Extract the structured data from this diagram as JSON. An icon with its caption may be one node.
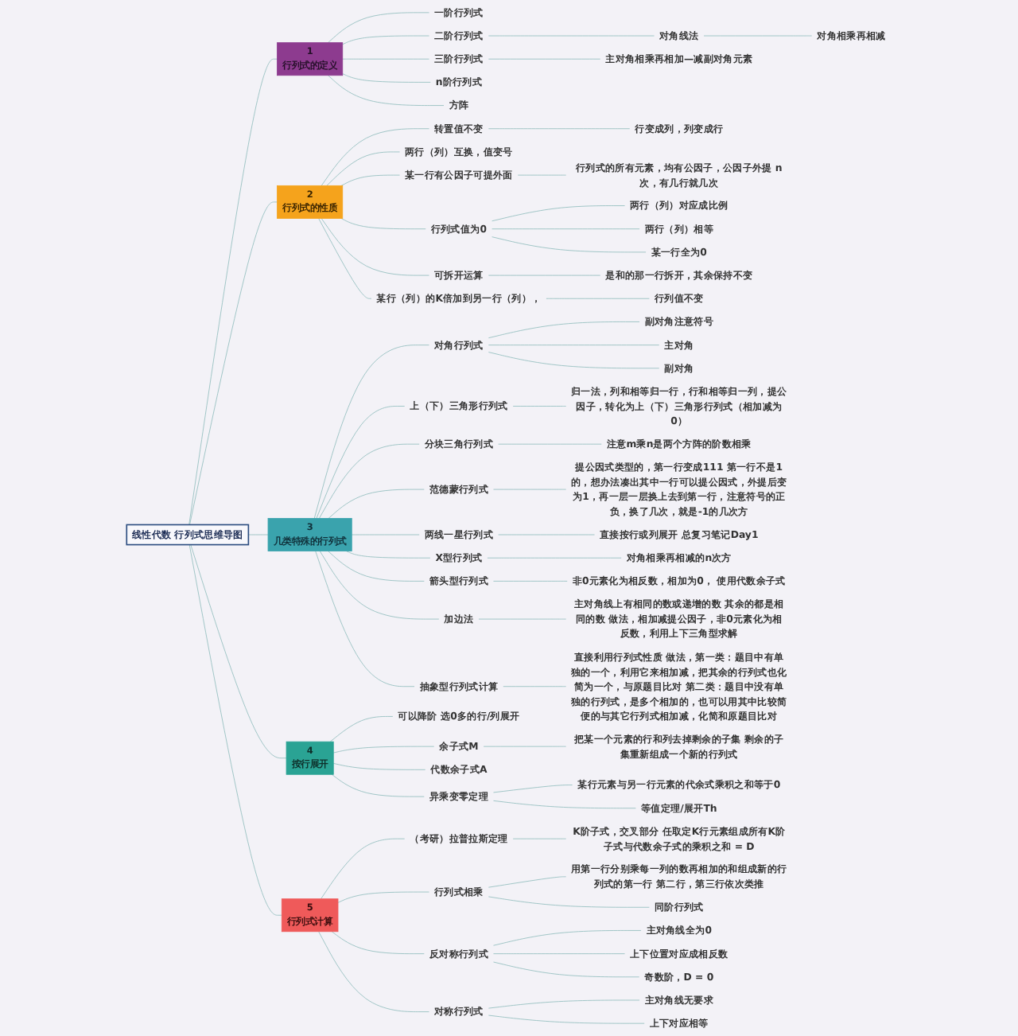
{
  "diagram": {
    "nodes": [
      {
        "text": [
          "线性代数 行列式思维导图"
        ]
      },
      {
        "text": [
          "1",
          "行列式的定义"
        ]
      },
      {
        "text": [
          "一阶行列式"
        ]
      },
      {
        "text": [
          "二阶行列式"
        ]
      },
      {
        "text": [
          "对角线法"
        ]
      },
      {
        "text": [
          "对角相乘再相减"
        ]
      },
      {
        "text": [
          "三阶行列式"
        ]
      },
      {
        "text": [
          "主对角相乘再相加—减副对角元素"
        ]
      },
      {
        "text": [
          "n阶行列式"
        ]
      },
      {
        "text": [
          "方阵"
        ]
      },
      {
        "text": [
          "2",
          "行列式的性质"
        ]
      },
      {
        "text": [
          "转置值不变"
        ]
      },
      {
        "text": [
          "行变成列，列变成行"
        ]
      },
      {
        "text": [
          "两行（列）互换，值变号"
        ]
      },
      {
        "text": [
          "某一行有公因子可提外面"
        ]
      },
      {
        "text": [
          "行列式的所有元素，均有公因子，公因子外提 n次，有几行就几次"
        ]
      },
      {
        "text": [
          "行列式值为0"
        ]
      },
      {
        "text": [
          "两行（列）对应成比例"
        ]
      },
      {
        "text": [
          "两行（列）相等"
        ]
      },
      {
        "text": [
          "某一行全为0"
        ]
      },
      {
        "text": [
          "可拆开运算"
        ]
      },
      {
        "text": [
          "是和的那一行拆开，其余保持不变"
        ]
      },
      {
        "text": [
          "某行（列）的K倍加到另一行（列），"
        ]
      },
      {
        "text": [
          "行列值不变"
        ]
      },
      {
        "text": [
          "3",
          "几类特殊的行列式"
        ]
      },
      {
        "text": [
          "对角行列式"
        ]
      },
      {
        "text": [
          "副对角注意符号"
        ]
      },
      {
        "text": [
          "主对角"
        ]
      },
      {
        "text": [
          "副对角"
        ]
      },
      {
        "text": [
          "上（下）三角形行列式"
        ]
      },
      {
        "text": [
          "归一法，列和相等归一行，行和相等归一列，提公因子，转化为上（下）三角形行列式（相加减为0）"
        ]
      },
      {
        "text": [
          "分块三角行列式"
        ]
      },
      {
        "text": [
          "注意m乘n是两个方阵的阶数相乘"
        ]
      },
      {
        "text": [
          "范德蒙行列式"
        ]
      },
      {
        "text": [
          "提公因式类型的，第一行变成111 第一行不是1的，想办法凑出其中一行可以提公因式，外提后变为1，再一层一层换上去到第一行，注意符号的正负，换了几次，就是-1的几次方"
        ]
      },
      {
        "text": [
          "两线一星行列式"
        ]
      },
      {
        "text": [
          "直接按行或列展开 总复习笔记Day1"
        ]
      },
      {
        "text": [
          "X型行列式"
        ]
      },
      {
        "text": [
          "对角相乘再相减的n次方"
        ]
      },
      {
        "text": [
          "箭头型行列式"
        ]
      },
      {
        "text": [
          "非0元素化为相反数，相加为0， 使用代数余子式"
        ]
      },
      {
        "text": [
          "加边法"
        ]
      },
      {
        "text": [
          "主对角线上有相同的数或递增的数 其余的都是相同的数 做法，相加减提公因子，非0元素化为相反数，利用上下三角型求解"
        ]
      },
      {
        "text": [
          "抽象型行列式计算"
        ]
      },
      {
        "text": [
          "直接利用行列式性质 做法，第一类：题目中有单独的一个，利用它来相加减，把其余的行列式也化简为一个，与原题目比对 第二类：题目中没有单独的行列式，是多个相加的，也可以用其中比较简便的与其它行列式相加减，化简和原题目比对"
        ]
      },
      {
        "text": [
          "4",
          "按行展开"
        ]
      },
      {
        "text": [
          "可以降阶 选0多的行/列展开"
        ]
      },
      {
        "text": [
          "余子式M"
        ]
      },
      {
        "text": [
          "把某一个元素的行和列去掉剩余的子集 剩余的子集重新组成一个新的行列式"
        ]
      },
      {
        "text": [
          "代数余子式A"
        ]
      },
      {
        "text": [
          "异乘变零定理"
        ]
      },
      {
        "text": [
          "某行元素与另一行元素的代余式乘积之和等于0"
        ]
      },
      {
        "text": [
          "等值定理/展开Th"
        ]
      },
      {
        "text": [
          "5",
          "行列式计算"
        ]
      },
      {
        "text": [
          "（考研）拉普拉斯定理"
        ]
      },
      {
        "text": [
          "K阶子式，交叉部分 任取定K行元素组成所有K阶子式与代数余子式的乘积之和 = D"
        ]
      },
      {
        "text": [
          "行列式相乘"
        ]
      },
      {
        "text": [
          "用第一行分别乘每一列的数再相加的和组成新的行列式的第一行 第二行，第三行依次类推"
        ]
      },
      {
        "text": [
          "同阶行列式"
        ]
      },
      {
        "text": [
          "反对称行列式"
        ]
      },
      {
        "text": [
          "主对角线全为0"
        ]
      },
      {
        "text": [
          "上下位置对应成相反数"
        ]
      },
      {
        "text": [
          "奇数阶，D = 0"
        ]
      },
      {
        "text": [
          "对称行列式"
        ]
      },
      {
        "text": [
          "主对角线无要求"
        ]
      },
      {
        "text": [
          "上下对应相等"
        ]
      }
    ],
    "edges": [
      {
        "from": 0,
        "to": 1,
        "arrow": "none"
      },
      {
        "from": 0,
        "to": 10,
        "arrow": "none"
      },
      {
        "from": 0,
        "to": 24,
        "arrow": "none"
      },
      {
        "from": 0,
        "to": 45,
        "arrow": "none"
      },
      {
        "from": 0,
        "to": 53,
        "arrow": "none"
      },
      {
        "from": 1,
        "to": 2,
        "arrow": "none"
      },
      {
        "from": 1,
        "to": 3,
        "arrow": "none"
      },
      {
        "from": 3,
        "to": 4,
        "arrow": "none"
      },
      {
        "from": 4,
        "to": 5,
        "arrow": "none"
      },
      {
        "from": 1,
        "to": 6,
        "arrow": "none"
      },
      {
        "from": 6,
        "to": 7,
        "arrow": "none"
      },
      {
        "from": 1,
        "to": 8,
        "arrow": "none"
      },
      {
        "from": 1,
        "to": 9,
        "arrow": "none"
      },
      {
        "from": 10,
        "to": 11,
        "arrow": "none"
      },
      {
        "from": 11,
        "to": 12,
        "arrow": "none"
      },
      {
        "from": 10,
        "to": 13,
        "arrow": "none"
      },
      {
        "from": 10,
        "to": 14,
        "arrow": "none"
      },
      {
        "from": 14,
        "to": 15,
        "arrow": "none"
      },
      {
        "from": 10,
        "to": 16,
        "arrow": "none"
      },
      {
        "from": 16,
        "to": 17,
        "arrow": "none"
      },
      {
        "from": 16,
        "to": 18,
        "arrow": "none"
      },
      {
        "from": 16,
        "to": 19,
        "arrow": "none"
      },
      {
        "from": 10,
        "to": 20,
        "arrow": "none"
      },
      {
        "from": 20,
        "to": 21,
        "arrow": "none"
      },
      {
        "from": 10,
        "to": 22,
        "arrow": "none"
      },
      {
        "from": 22,
        "to": 23,
        "arrow": "none"
      },
      {
        "from": 24,
        "to": 25,
        "arrow": "none"
      },
      {
        "from": 25,
        "to": 26,
        "arrow": "none"
      },
      {
        "from": 25,
        "to": 27,
        "arrow": "none"
      },
      {
        "from": 25,
        "to": 28,
        "arrow": "none"
      },
      {
        "from": 24,
        "to": 29,
        "arrow": "none"
      },
      {
        "from": 29,
        "to": 30,
        "arrow": "none"
      },
      {
        "from": 24,
        "to": 31,
        "arrow": "none"
      },
      {
        "from": 31,
        "to": 32,
        "arrow": "none"
      },
      {
        "from": 24,
        "to": 33,
        "arrow": "none"
      },
      {
        "from": 33,
        "to": 34,
        "arrow": "none"
      },
      {
        "from": 24,
        "to": 35,
        "arrow": "none"
      },
      {
        "from": 35,
        "to": 36,
        "arrow": "none"
      },
      {
        "from": 24,
        "to": 37,
        "arrow": "none"
      },
      {
        "from": 37,
        "to": 38,
        "arrow": "none"
      },
      {
        "from": 24,
        "to": 39,
        "arrow": "none"
      },
      {
        "from": 39,
        "to": 40,
        "arrow": "none"
      },
      {
        "from": 24,
        "to": 41,
        "arrow": "none"
      },
      {
        "from": 41,
        "to": 42,
        "arrow": "none"
      },
      {
        "from": 24,
        "to": 43,
        "arrow": "none"
      },
      {
        "from": 43,
        "to": 44,
        "arrow": "none"
      },
      {
        "from": 45,
        "to": 46,
        "arrow": "none"
      },
      {
        "from": 45,
        "to": 47,
        "arrow": "none"
      },
      {
        "from": 47,
        "to": 48,
        "arrow": "none"
      },
      {
        "from": 45,
        "to": 49,
        "arrow": "none"
      },
      {
        "from": 45,
        "to": 50,
        "arrow": "none"
      },
      {
        "from": 50,
        "to": 51,
        "arrow": "none"
      },
      {
        "from": 50,
        "to": 52,
        "arrow": "none"
      },
      {
        "from": 53,
        "to": 54,
        "arrow": "none"
      },
      {
        "from": 54,
        "to": 55,
        "arrow": "none"
      },
      {
        "from": 53,
        "to": 56,
        "arrow": "none"
      },
      {
        "from": 56,
        "to": 57,
        "arrow": "none"
      },
      {
        "from": 56,
        "to": 58,
        "arrow": "none"
      },
      {
        "from": 53,
        "to": 59,
        "arrow": "none"
      },
      {
        "from": 59,
        "to": 60,
        "arrow": "none"
      },
      {
        "from": 59,
        "to": 61,
        "arrow": "none"
      },
      {
        "from": 59,
        "to": 62,
        "arrow": "none"
      },
      {
        "from": 53,
        "to": 63,
        "arrow": "none"
      },
      {
        "from": 63,
        "to": 64,
        "arrow": "none"
      },
      {
        "from": 63,
        "to": 65,
        "arrow": "none"
      }
    ]
  }
}
